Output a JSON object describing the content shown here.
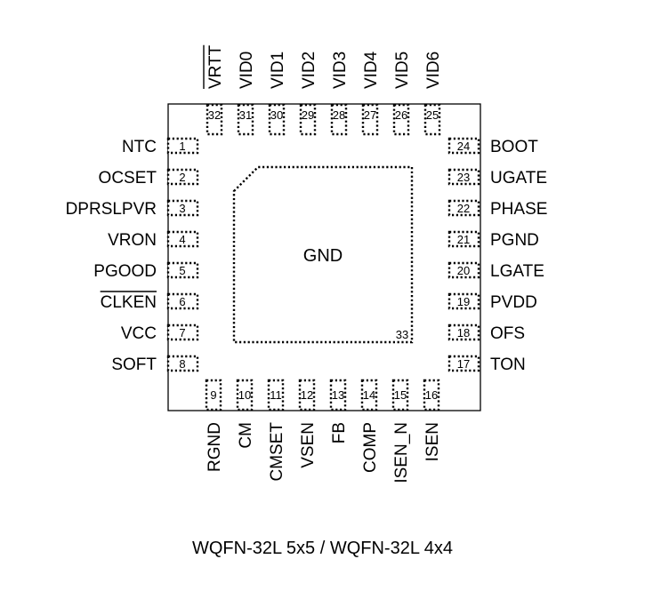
{
  "package": {
    "pad_label": "GND",
    "pad_number": "33",
    "caption": "WQFN-32L 5x5 / WQFN-32L 4x4"
  },
  "pins": {
    "left": [
      {
        "num": "1",
        "name": "NTC",
        "overline": false
      },
      {
        "num": "2",
        "name": "OCSET",
        "overline": false
      },
      {
        "num": "3",
        "name": "DPRSLPVR",
        "overline": false
      },
      {
        "num": "4",
        "name": "VRON",
        "overline": false
      },
      {
        "num": "5",
        "name": "PGOOD",
        "overline": false
      },
      {
        "num": "6",
        "name": "CLKEN",
        "overline": true
      },
      {
        "num": "7",
        "name": "VCC",
        "overline": false
      },
      {
        "num": "8",
        "name": "SOFT",
        "overline": false
      }
    ],
    "bottom": [
      {
        "num": "9",
        "name": "RGND",
        "overline": false
      },
      {
        "num": "10",
        "name": "CM",
        "overline": false
      },
      {
        "num": "11",
        "name": "CMSET",
        "overline": false
      },
      {
        "num": "12",
        "name": "VSEN",
        "overline": false
      },
      {
        "num": "13",
        "name": "FB",
        "overline": false
      },
      {
        "num": "14",
        "name": "COMP",
        "overline": false
      },
      {
        "num": "15",
        "name": "ISEN_N",
        "overline": false
      },
      {
        "num": "16",
        "name": "ISEN",
        "overline": false
      }
    ],
    "right": [
      {
        "num": "17",
        "name": "TON",
        "overline": false
      },
      {
        "num": "18",
        "name": "OFS",
        "overline": false
      },
      {
        "num": "19",
        "name": "PVDD",
        "overline": false
      },
      {
        "num": "20",
        "name": "LGATE",
        "overline": false
      },
      {
        "num": "21",
        "name": "PGND",
        "overline": false
      },
      {
        "num": "22",
        "name": "PHASE",
        "overline": false
      },
      {
        "num": "23",
        "name": "UGATE",
        "overline": false
      },
      {
        "num": "24",
        "name": "BOOT",
        "overline": false
      }
    ],
    "top": [
      {
        "num": "25",
        "name": "VID6",
        "overline": false
      },
      {
        "num": "26",
        "name": "VID5",
        "overline": false
      },
      {
        "num": "27",
        "name": "VID4",
        "overline": false
      },
      {
        "num": "28",
        "name": "VID3",
        "overline": false
      },
      {
        "num": "29",
        "name": "VID2",
        "overline": false
      },
      {
        "num": "30",
        "name": "VID1",
        "overline": false
      },
      {
        "num": "31",
        "name": "VID0",
        "overline": false
      },
      {
        "num": "32",
        "name": "VRTT",
        "overline": true
      }
    ]
  }
}
